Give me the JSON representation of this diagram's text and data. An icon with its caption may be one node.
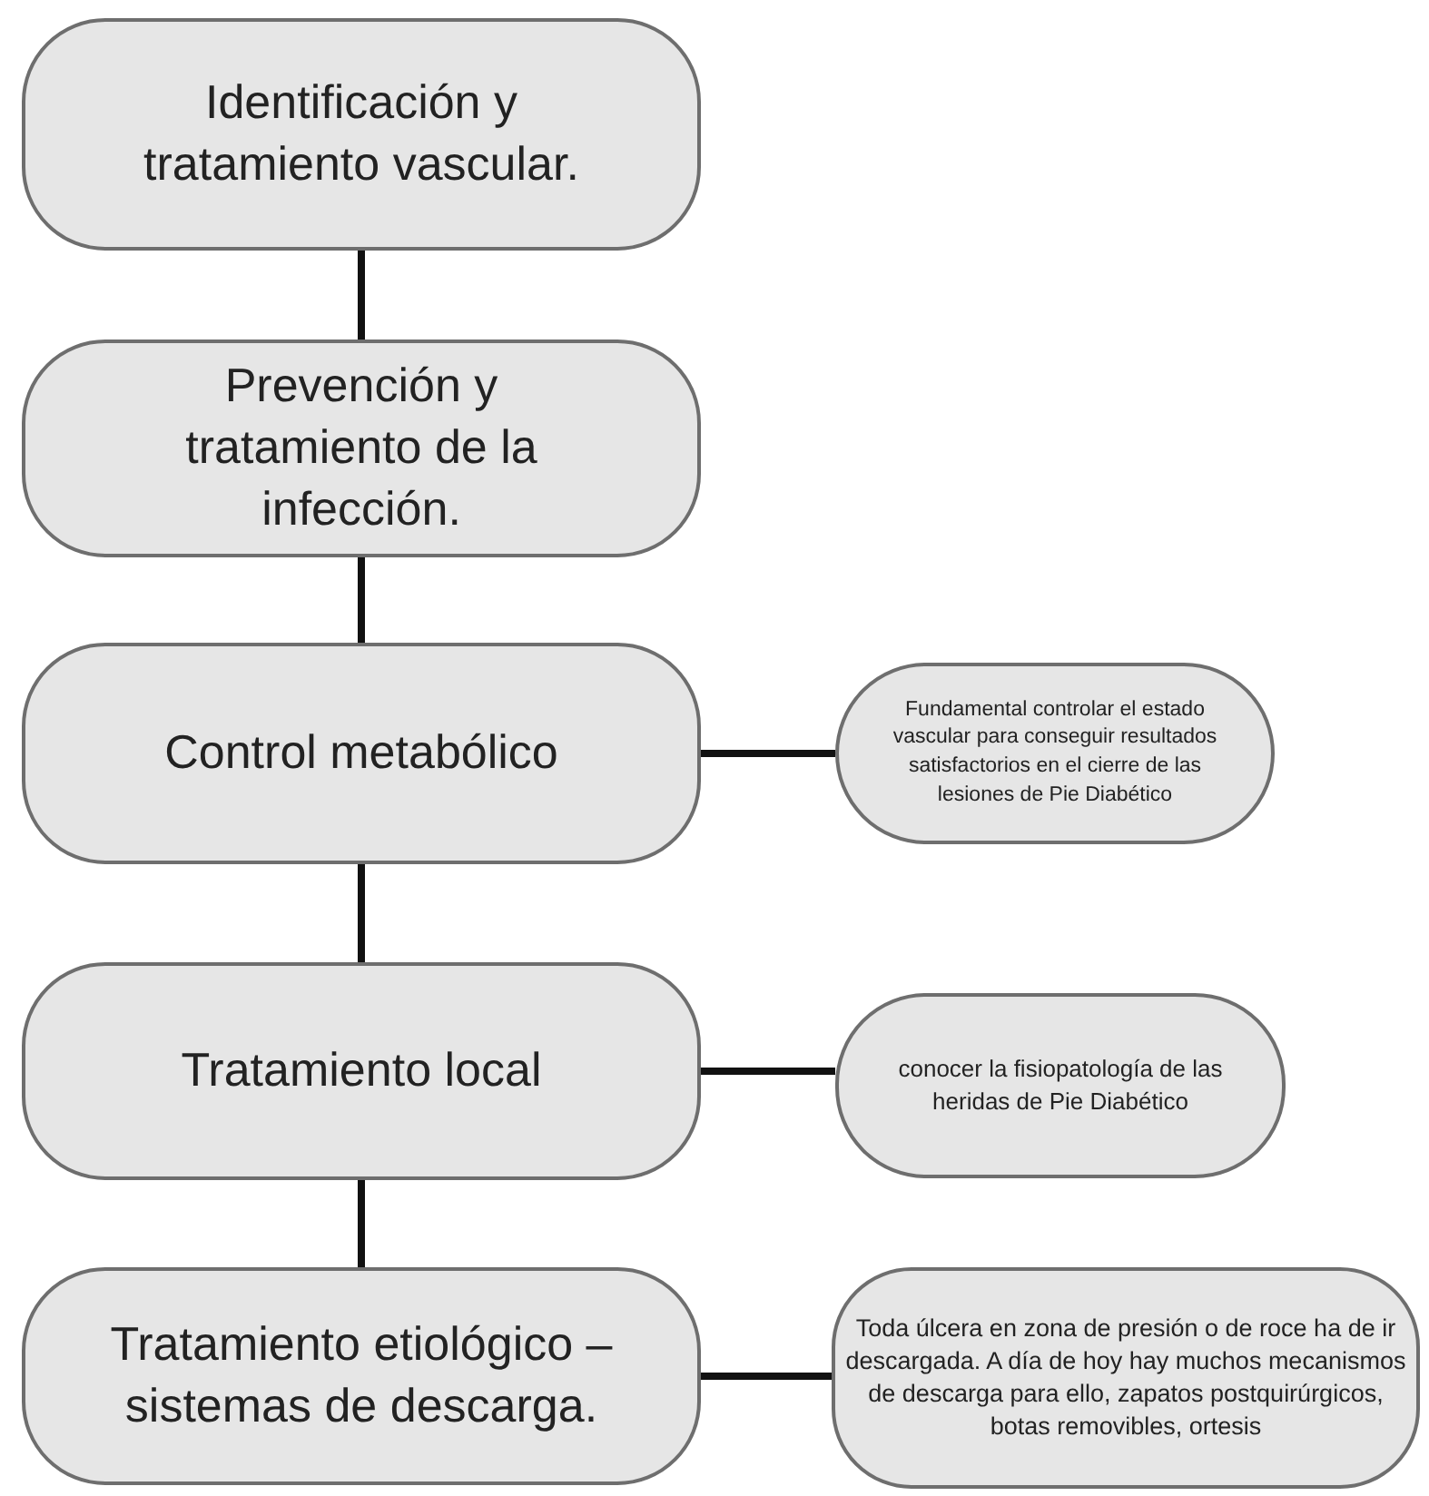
{
  "diagram": {
    "nodes": [
      {
        "text": [
          "Identificación y tratamiento vascular."
        ]
      },
      {
        "text": [
          "Prevención y tratamiento de la infección."
        ]
      },
      {
        "text": [
          "Control metabólico"
        ]
      },
      {
        "text": [
          "Tratamiento local"
        ]
      },
      {
        "text": [
          "Tratamiento etiológico – sistemas de descarga."
        ]
      },
      {
        "text": [
          "Fundamental controlar el estado vascular para conseguir resultados satisfactorios en el cierre de las lesiones de Pie Diabético"
        ]
      },
      {
        "text": [
          "conocer la fisiopatología de las heridas de Pie Diabético"
        ]
      },
      {
        "text": [
          "Toda úlcera en zona de presión o de roce ha de ir descargada. A día de hoy hay muchos mecanismos de descarga para ello, zapatos postquirúrgicos, botas removibles, ortesis"
        ]
      }
    ],
    "edges": [
      {
        "from": 0,
        "to": 1,
        "arrow": "none"
      },
      {
        "from": 1,
        "to": 2,
        "arrow": "none"
      },
      {
        "from": 2,
        "to": 3,
        "arrow": "none"
      },
      {
        "from": 3,
        "to": 4,
        "arrow": "none"
      },
      {
        "from": 2,
        "to": 5,
        "arrow": "none"
      },
      {
        "from": 3,
        "to": 6,
        "arrow": "none"
      },
      {
        "from": 4,
        "to": 7,
        "arrow": "none"
      }
    ]
  }
}
